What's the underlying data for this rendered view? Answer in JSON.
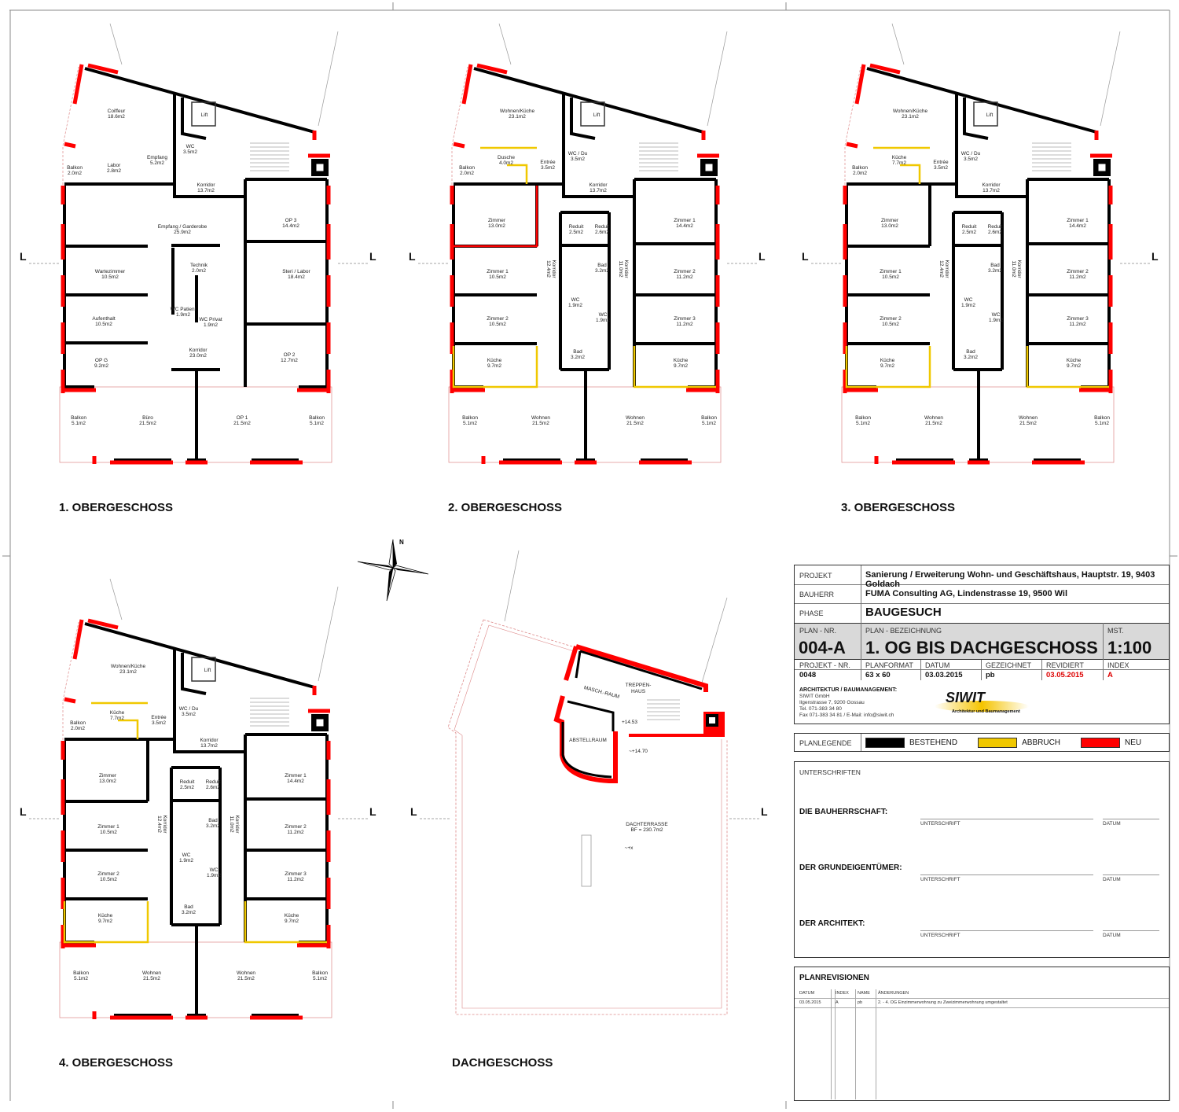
{
  "floors": [
    {
      "title": "1. OBERGESCHOSS",
      "rooms": [
        {
          "name": "Coiffeur",
          "area": "18.6m2"
        },
        {
          "name": "Labor",
          "area": "2.8m2"
        },
        {
          "name": "Empfang",
          "area": "5.2m2"
        },
        {
          "name": "WC",
          "area": "3.5m2"
        },
        {
          "name": "Lift",
          "area": ""
        },
        {
          "name": "Balkon",
          "area": "2.0m2"
        },
        {
          "name": "Korridor",
          "area": "13.7m2"
        },
        {
          "name": "Empfang / Garderobe",
          "area": "25.9m2"
        },
        {
          "name": "OP 3",
          "area": "14.4m2"
        },
        {
          "name": "Wartezimmer",
          "area": "10.5m2"
        },
        {
          "name": "Technik",
          "area": "2.0m2"
        },
        {
          "name": "Steri / Labor",
          "area": "18.4m2"
        },
        {
          "name": "WC Patient",
          "area": "1.9m2"
        },
        {
          "name": "WC Privat",
          "area": "1.9m2"
        },
        {
          "name": "Aufenthalt",
          "area": "10.5m2"
        },
        {
          "name": "Korridor",
          "area": "23.0m2"
        },
        {
          "name": "OP G",
          "area": "9.2m2"
        },
        {
          "name": "OP 2",
          "area": "12.7m2"
        },
        {
          "name": "Balkon",
          "area": "5.1m2"
        },
        {
          "name": "Büro",
          "area": "21.5m2"
        },
        {
          "name": "OP 1",
          "area": "21.5m2"
        },
        {
          "name": "Balkon",
          "area": "5.1m2"
        }
      ]
    },
    {
      "title": "2. OBERGESCHOSS",
      "rooms": [
        {
          "name": "Wohnen/Küche",
          "area": "23.1m2"
        },
        {
          "name": "Lift",
          "area": ""
        },
        {
          "name": "Balkon",
          "area": "2.0m2"
        },
        {
          "name": "Dusche",
          "area": "4.0m2"
        },
        {
          "name": "Entrée",
          "area": "3.5m2"
        },
        {
          "name": "WC / Du",
          "area": "3.5m2"
        },
        {
          "name": "Korridor",
          "area": "13.7m2"
        },
        {
          "name": "Zimmer",
          "area": "13.0m2"
        },
        {
          "name": "Reduit",
          "area": "2.5m2"
        },
        {
          "name": "Reduit",
          "area": "2.6m2"
        },
        {
          "name": "Zimmer 1",
          "area": "14.4m2"
        },
        {
          "name": "Zimmer 1",
          "area": "10.5m2"
        },
        {
          "name": "Korridor",
          "area": "12.4m2"
        },
        {
          "name": "Bad",
          "area": "3.2m2"
        },
        {
          "name": "Korridor",
          "area": "11.0m2"
        },
        {
          "name": "Zimmer 2",
          "area": "11.2m2"
        },
        {
          "name": "WC",
          "area": "1.9m2"
        },
        {
          "name": "WC",
          "area": "1.9m2"
        },
        {
          "name": "Zimmer 2",
          "area": "10.5m2"
        },
        {
          "name": "Zimmer 3",
          "area": "11.2m2"
        },
        {
          "name": "Bad",
          "area": "3.2m2"
        },
        {
          "name": "Küche",
          "area": "9.7m2"
        },
        {
          "name": "Küche",
          "area": "9.7m2"
        },
        {
          "name": "Balkon",
          "area": "5.1m2"
        },
        {
          "name": "Wohnen",
          "area": "21.5m2"
        },
        {
          "name": "Wohnen",
          "area": "21.5m2"
        },
        {
          "name": "Balkon",
          "area": "5.1m2"
        }
      ]
    },
    {
      "title": "3. OBERGESCHOSS",
      "rooms": [
        {
          "name": "Wohnen/Küche",
          "area": "23.1m2"
        },
        {
          "name": "Lift",
          "area": ""
        },
        {
          "name": "Balkon",
          "area": "2.0m2"
        },
        {
          "name": "Küche",
          "area": "7.7m2"
        },
        {
          "name": "Entrée",
          "area": "3.5m2"
        },
        {
          "name": "WC / Du",
          "area": "3.5m2"
        },
        {
          "name": "Korridor",
          "area": "13.7m2"
        },
        {
          "name": "Zimmer",
          "area": "13.0m2"
        },
        {
          "name": "Reduit",
          "area": "2.5m2"
        },
        {
          "name": "Reduit",
          "area": "2.6m2"
        },
        {
          "name": "Zimmer 1",
          "area": "14.4m2"
        },
        {
          "name": "Zimmer 1",
          "area": "10.5m2"
        },
        {
          "name": "Korridor",
          "area": "12.4m2"
        },
        {
          "name": "Bad",
          "area": "3.2m2"
        },
        {
          "name": "Korridor",
          "area": "11.0m2"
        },
        {
          "name": "Zimmer 2",
          "area": "11.2m2"
        },
        {
          "name": "WC",
          "area": "1.9m2"
        },
        {
          "name": "WC",
          "area": "1.9m2"
        },
        {
          "name": "Zimmer 2",
          "area": "10.5m2"
        },
        {
          "name": "Zimmer 3",
          "area": "11.2m2"
        },
        {
          "name": "Bad",
          "area": "3.2m2"
        },
        {
          "name": "Küche",
          "area": "9.7m2"
        },
        {
          "name": "Küche",
          "area": "9.7m2"
        },
        {
          "name": "Balkon",
          "area": "5.1m2"
        },
        {
          "name": "Wohnen",
          "area": "21.5m2"
        },
        {
          "name": "Wohnen",
          "area": "21.5m2"
        },
        {
          "name": "Balkon",
          "area": "5.1m2"
        }
      ]
    },
    {
      "title": "4. OBERGESCHOSS",
      "rooms": [
        {
          "name": "Wohnen/Küche",
          "area": "23.1m2"
        },
        {
          "name": "Lift",
          "area": ""
        },
        {
          "name": "Balkon",
          "area": "2.0m2"
        },
        {
          "name": "Küche",
          "area": "7.7m2"
        },
        {
          "name": "Entrée",
          "area": "3.5m2"
        },
        {
          "name": "WC / Du",
          "area": "3.5m2"
        },
        {
          "name": "Korridor",
          "area": "13.7m2"
        },
        {
          "name": "Zimmer",
          "area": "13.0m2"
        },
        {
          "name": "Reduit",
          "area": "2.5m2"
        },
        {
          "name": "Reduit",
          "area": "2.6m2"
        },
        {
          "name": "Zimmer 1",
          "area": "14.4m2"
        },
        {
          "name": "Zimmer 1",
          "area": "10.5m2"
        },
        {
          "name": "Korridor",
          "area": "12.4m2"
        },
        {
          "name": "Bad",
          "area": "3.2m2"
        },
        {
          "name": "Korridor",
          "area": "11.0m2"
        },
        {
          "name": "Zimmer 2",
          "area": "11.2m2"
        },
        {
          "name": "WC",
          "area": "1.9m2"
        },
        {
          "name": "WC",
          "area": "1.9m2"
        },
        {
          "name": "Zimmer 2",
          "area": "10.5m2"
        },
        {
          "name": "Zimmer 3",
          "area": "11.2m2"
        },
        {
          "name": "Bad",
          "area": "3.2m2"
        },
        {
          "name": "Küche",
          "area": "9.7m2"
        },
        {
          "name": "Küche",
          "area": "9.7m2"
        },
        {
          "name": "Balkon",
          "area": "5.1m2"
        },
        {
          "name": "Wohnen",
          "area": "21.5m2"
        },
        {
          "name": "Wohnen",
          "area": "21.5m2"
        },
        {
          "name": "Balkon",
          "area": "5.1m2"
        }
      ]
    }
  ],
  "dach": {
    "title": "DACHGESCHOSS",
    "labels": [
      "MASCH.-RAUM",
      "TREPPEN-",
      "HAUS",
      "ABSTELLRAUM",
      "+14.53",
      "~+14.70",
      "DACHTERRASSE",
      "BF = 230.7m2",
      "~+x"
    ]
  },
  "section_marker": "L",
  "compass_label": "N",
  "titleblock": {
    "projekt_label": "PROJEKT",
    "projekt": "Sanierung / Erweiterung Wohn- und Geschäftshaus, Hauptstr. 19, 9403 Goldach",
    "bauherr_label": "BAUHERR",
    "bauherr": "FUMA Consulting AG, Lindenstrasse 19, 9500 Wil",
    "phase_label": "PHASE",
    "phase": "BAUGESUCH",
    "plan_nr_label": "PLAN - NR.",
    "plan_nr": "004-A",
    "plan_bez_label": "PLAN - BEZEICHNUNG",
    "plan_bez": "1. OG BIS DACHGESCHOSS",
    "mst_label": "MST.",
    "mst": "1:100",
    "meta_headers": [
      "PROJEKT - NR.",
      "PLANFORMAT",
      "DATUM",
      "GEZEICHNET",
      "REVIDIERT",
      "INDEX"
    ],
    "meta_values": [
      "0048",
      "63 x 60",
      "03.03.2015",
      "pb",
      "03.05.2015",
      "A"
    ],
    "architect_heading": "ARCHITEKTUR / BAUMANAGEMENT:",
    "architect_lines": [
      "SIWIT GmbH",
      "Ilgenstrasse 7, 9200 Gossau",
      "Tel. 071-383 34 80",
      "Fax 071-383 34 81  /  E-Mail: info@siwit.ch"
    ],
    "logo_text": "SIWIT",
    "logo_sub": "Architektur und Baumanagement"
  },
  "legend": {
    "label": "PLANLEGENDE",
    "items": [
      {
        "name": "BESTEHEND",
        "color": "#000000"
      },
      {
        "name": "ABBRUCH",
        "color": "#f0c800"
      },
      {
        "name": "NEU",
        "color": "#ff0000"
      }
    ]
  },
  "signatures": {
    "heading": "UNTERSCHRIFTEN",
    "rows": [
      {
        "party": "DIE BAUHERRSCHAFT:",
        "sign": "UNTERSCHRIFT",
        "date": "DATUM"
      },
      {
        "party": "DER GRUNDEIGENTÜMER:",
        "sign": "UNTERSCHRIFT",
        "date": "DATUM"
      },
      {
        "party": "DER ARCHITEKT:",
        "sign": "UNTERSCHRIFT",
        "date": "DATUM"
      }
    ]
  },
  "revisions": {
    "heading": "PLANREVISIONEN",
    "columns": [
      "DATUM",
      "INDEX",
      "NAME",
      "ÄNDERUNGEN"
    ],
    "rows": [
      [
        "03.05.2015",
        "A",
        "pb",
        "2. - 4. OG Einzimmerwohnung zu Zweizimmerwohnung umgestaltet"
      ]
    ]
  },
  "colors": {
    "bestehend": "#000000",
    "abbruch": "#f0c800",
    "neu": "#ff0000"
  }
}
